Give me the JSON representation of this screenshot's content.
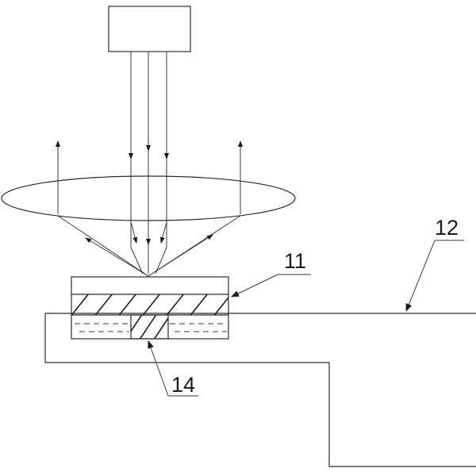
{
  "diagram": {
    "labels": {
      "substrate": "11",
      "stage": "12",
      "insert": "14"
    }
  }
}
